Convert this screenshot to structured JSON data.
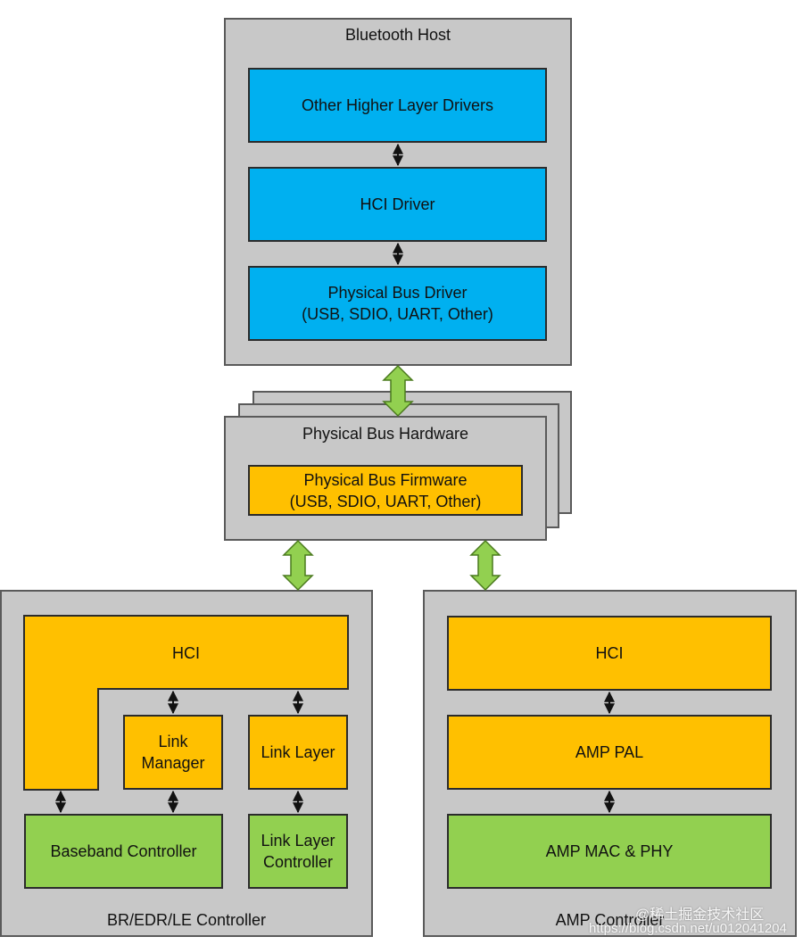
{
  "host": {
    "title": "Bluetooth Host",
    "drivers": "Other Higher Layer Drivers",
    "hci_driver": "HCI Driver",
    "bus_driver": [
      "Physical Bus Driver",
      "(USB, SDIO, UART, Other)"
    ]
  },
  "bus_hw": {
    "title": "Physical Bus Hardware",
    "firmware": [
      "Physical Bus Firmware",
      "(USB, SDIO, UART, Other)"
    ]
  },
  "bredr": {
    "title": "BR/EDR/LE Controller",
    "hci": "HCI",
    "link_manager": [
      "Link",
      "Manager"
    ],
    "link_layer": "Link Layer",
    "baseband": "Baseband Controller",
    "ll_controller": [
      "Link Layer",
      "Controller"
    ]
  },
  "amp": {
    "title": "AMP Controller",
    "hci": "HCI",
    "pal": "AMP PAL",
    "mac_phy": "AMP MAC & PHY"
  },
  "watermark": {
    "brand": "@稀土掘金技术社区",
    "url": "https://blog.csdn.net/u012041204"
  },
  "colors": {
    "host_block": "#00b0f0",
    "controller_block": "#ffc000",
    "hardware_block": "#92d050",
    "container": "#c8c8c8",
    "bus_arrow": "#92d050"
  }
}
